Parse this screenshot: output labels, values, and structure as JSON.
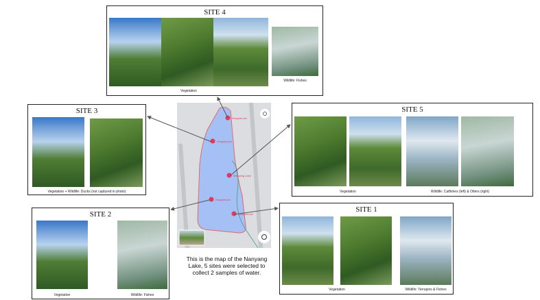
{
  "sites": {
    "site4": {
      "title": "SITE 4",
      "captions": [
        "Vegetation",
        "Wildlife: Fishes"
      ]
    },
    "site3": {
      "title": "SITE 3",
      "captions": [
        "Vegetation + Wildlife: Ducks (not captured in photo)"
      ]
    },
    "site5": {
      "title": "SITE 5",
      "captions": [
        "Vegetation",
        "Wildlife: Catfishes (left) & Otters (right)"
      ]
    },
    "site2": {
      "title": "SITE 2",
      "captions": [
        "Vegetation",
        "Wildlife: Fishes"
      ]
    },
    "site1": {
      "title": "SITE 1",
      "captions": [
        "Vegetation",
        "Wildlife: Terrapins & Fishes"
      ]
    }
  },
  "map": {
    "pins": [
      "Dropped pin",
      "Dropped pin",
      "Nanyang Lake",
      "Dropped pin",
      "Dropped pin"
    ],
    "colors": {
      "lake": "#a4c0f4",
      "pin": "#e03a5e",
      "outline": "#e06a6a"
    }
  },
  "note": "This is the map of the Nanyang Lake, 5 sites were selected to collect 2 samples of water."
}
